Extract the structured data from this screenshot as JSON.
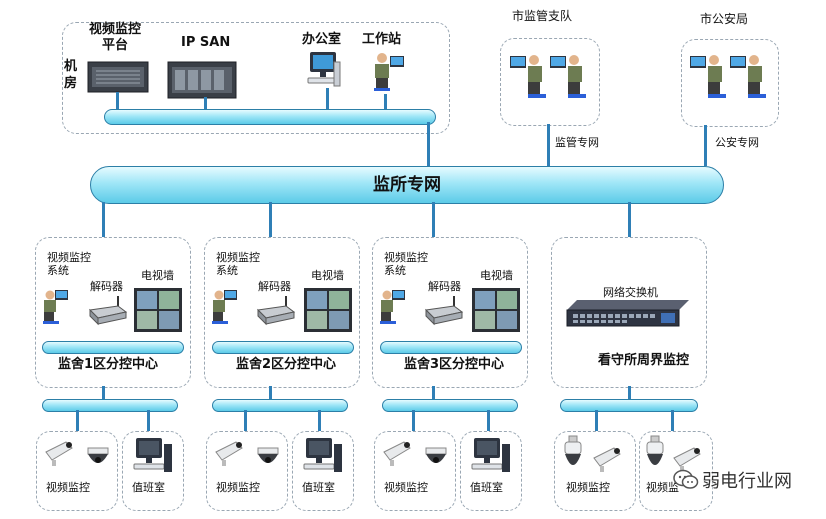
{
  "machine_room": {
    "label": "机\n房",
    "platform": "视频监控\n平台",
    "ipsan": "IP SAN",
    "office": "办公室",
    "workstation": "工作站"
  },
  "city_supervision": {
    "title": "市监管支队",
    "link": "监管专网"
  },
  "city_police": {
    "title": "市公安局",
    "link": "公安专网"
  },
  "backbone": {
    "label": "监所专网"
  },
  "zones": [
    {
      "system": "视频监控\n系统",
      "decoder": "解码器",
      "tvwall": "电视墙",
      "title": "监舍1区分控中心",
      "cam": "视频监控",
      "duty": "值班室"
    },
    {
      "system": "视频监控\n系统",
      "decoder": "解码器",
      "tvwall": "电视墙",
      "title": "监舍2区分控中心",
      "cam": "视频监控",
      "duty": "值班室"
    },
    {
      "system": "视频监控\n系统",
      "decoder": "解码器",
      "tvwall": "电视墙",
      "title": "监舍3区分控中心",
      "cam": "视频监控",
      "duty": "值班室"
    }
  ],
  "perimeter": {
    "switch": "网络交换机",
    "title": "看守所周界监控",
    "cam": "视频监控",
    "cam2": "视频监"
  },
  "watermark": "弱电行业网"
}
